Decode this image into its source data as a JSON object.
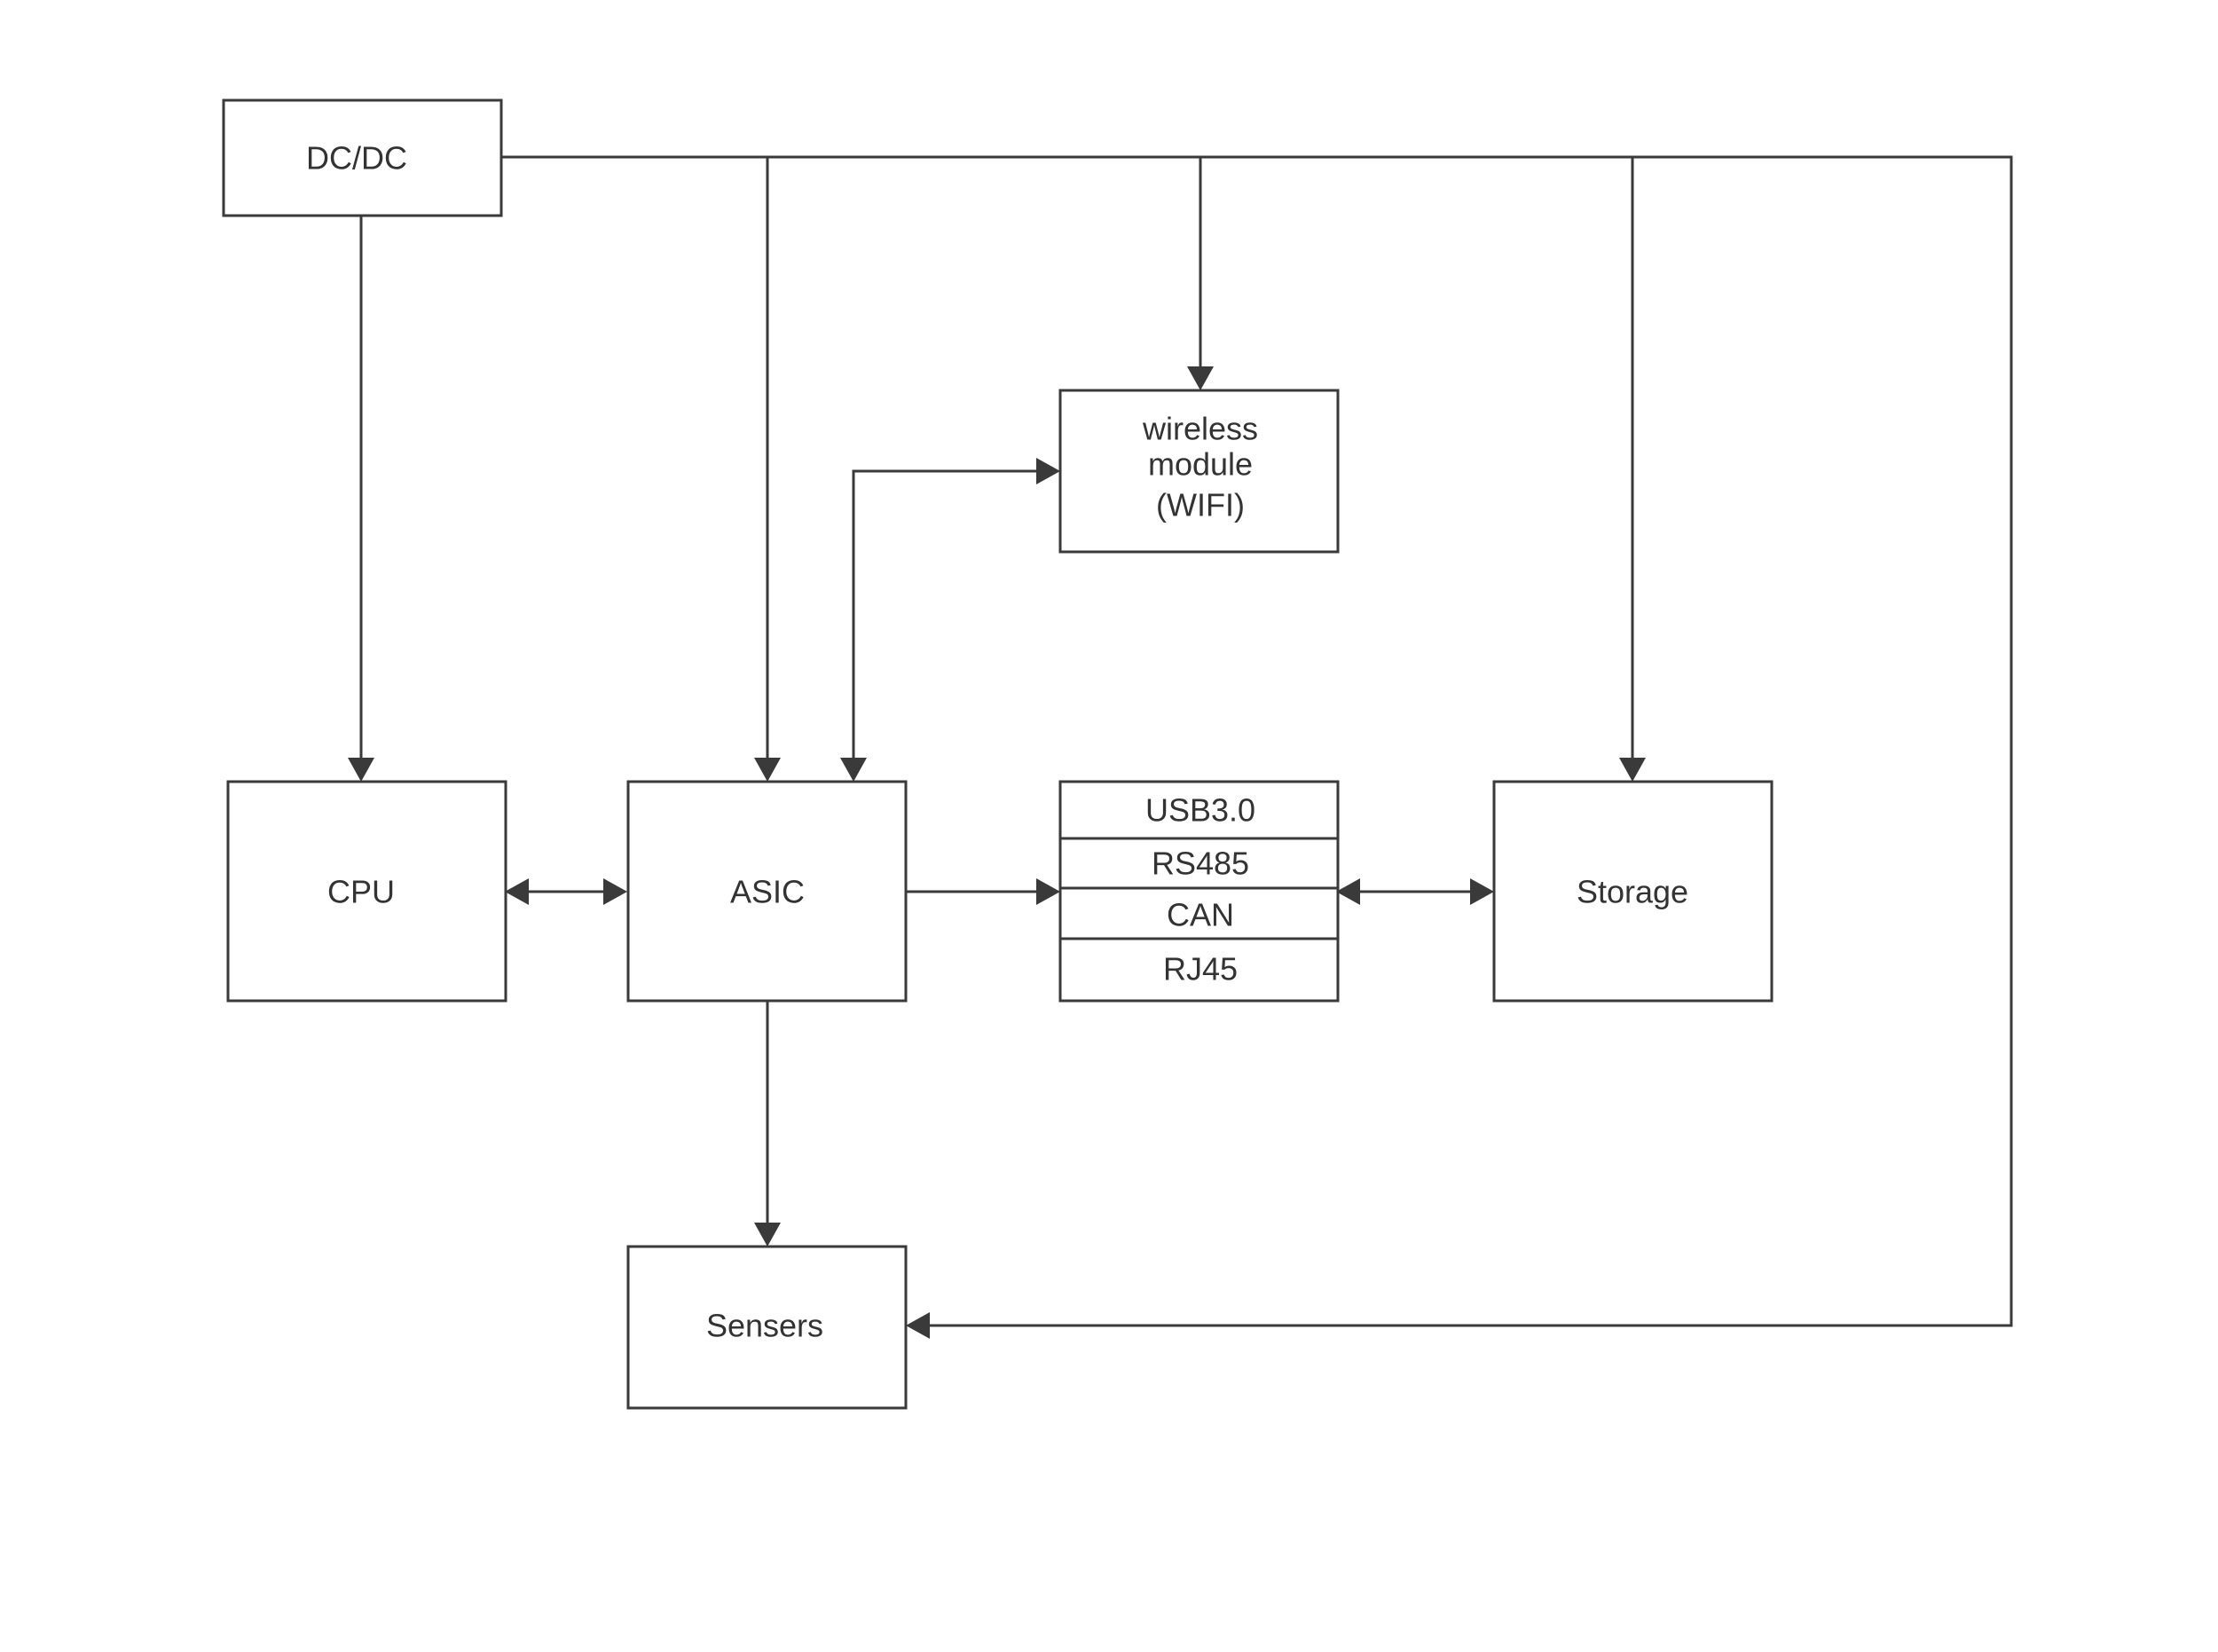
{
  "diagram": {
    "nodes": {
      "dcdc": {
        "label": "DC/DC"
      },
      "wireless": {
        "lines": [
          "wireless",
          "module",
          "(WIFI)"
        ]
      },
      "cpu": {
        "label": "CPU"
      },
      "asic": {
        "label": "ASIC"
      },
      "interfaces": {
        "rows": [
          "USB3.0",
          "RS485",
          "CAN",
          "RJ45"
        ]
      },
      "storage": {
        "label": "Storage"
      },
      "sensers": {
        "label": "Sensers"
      }
    },
    "edges": [
      {
        "from": "dcdc",
        "to": "cpu",
        "direction": "forward"
      },
      {
        "from": "dcdc",
        "to": "asic",
        "direction": "forward"
      },
      {
        "from": "dcdc",
        "to": "wireless",
        "direction": "forward"
      },
      {
        "from": "dcdc",
        "to": "storage",
        "direction": "forward"
      },
      {
        "from": "dcdc",
        "to": "sensers",
        "direction": "forward"
      },
      {
        "from": "asic",
        "to": "wireless",
        "direction": "both"
      },
      {
        "from": "cpu",
        "to": "asic",
        "direction": "both"
      },
      {
        "from": "asic",
        "to": "interfaces",
        "direction": "forward"
      },
      {
        "from": "interfaces",
        "to": "storage",
        "direction": "both"
      },
      {
        "from": "asic",
        "to": "sensers",
        "direction": "forward"
      }
    ],
    "colors": {
      "line": "#3a3a3a",
      "text": "#333333",
      "background": "#ffffff"
    }
  }
}
